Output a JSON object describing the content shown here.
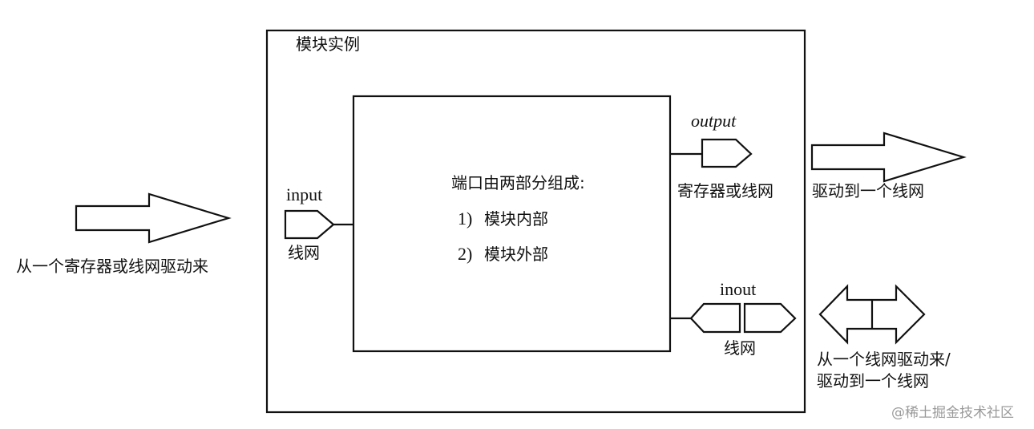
{
  "module_instance": {
    "title": "模块实例"
  },
  "inner_box": {
    "heading": "端口由两部分组成:",
    "item1_num": "1)",
    "item1_text": "模块内部",
    "item2_num": "2)",
    "item2_text": "模块外部"
  },
  "input_port": {
    "label": "input",
    "sublabel": "线网",
    "external_text": "从一个寄存器或线网驱动来"
  },
  "output_port": {
    "label": "output",
    "sublabel": "寄存器或线网",
    "external_text": "驱动到一个线网"
  },
  "inout_port": {
    "label": "inout",
    "sublabel": "线网",
    "external_text_line1": "从一个线网驱动来/",
    "external_text_line2": "驱动到一个线网"
  },
  "watermark": "@稀土掘金技术社区",
  "colors": {
    "stroke": "#111111",
    "background": "#ffffff",
    "watermark": "#9a9a9a"
  }
}
